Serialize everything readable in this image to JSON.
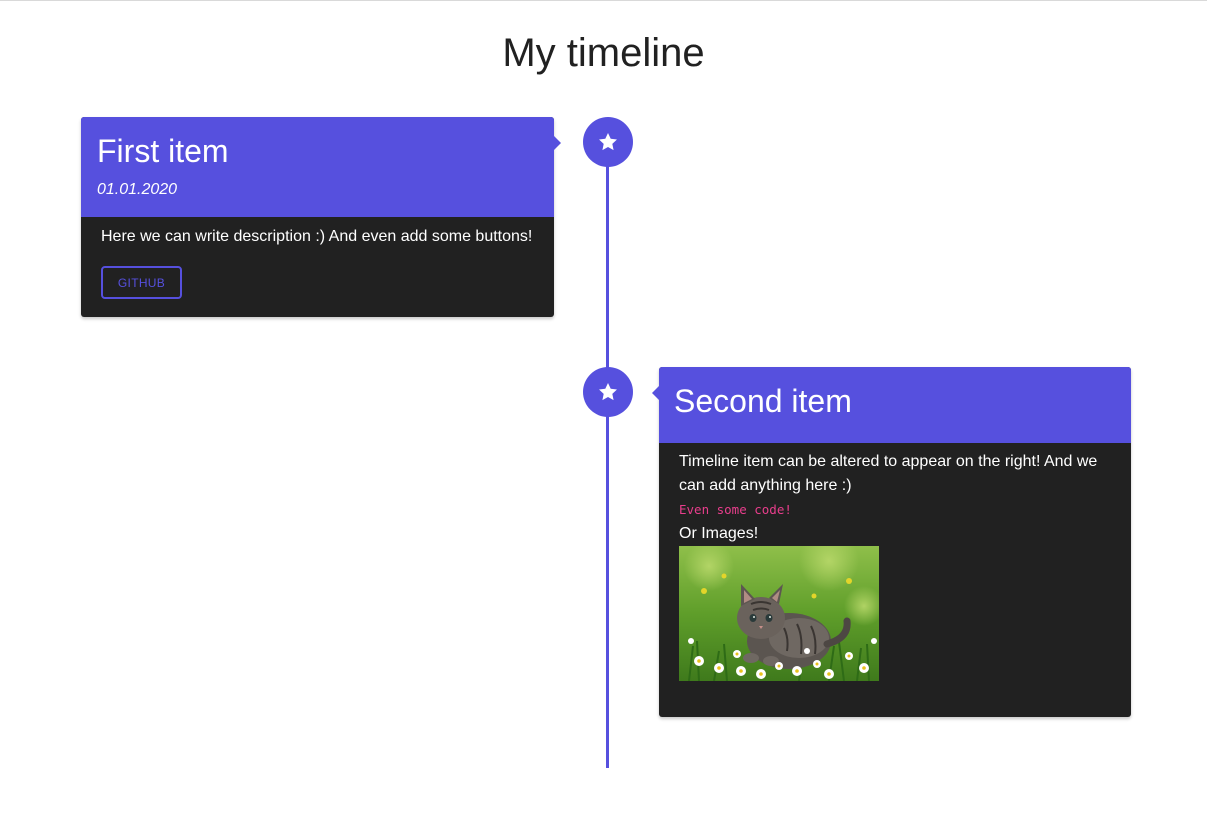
{
  "page": {
    "title": "My timeline"
  },
  "colors": {
    "accent": "#5650de",
    "card_body": "#212121",
    "code": "#e83e8c",
    "text_light": "#ffffff"
  },
  "icons": {
    "marker": "star-icon"
  },
  "items": [
    {
      "title": "First item",
      "date": "01.01.2020",
      "description": "Here we can write description :) And even add some buttons!",
      "button_label": "GITHUB"
    },
    {
      "title": "Second item",
      "description": "Timeline item can be altered to appear on the right! And we can add anything here :)",
      "code": "Even some code!",
      "images_label": "Or Images!",
      "image_alt": "kitten in grass"
    }
  ]
}
